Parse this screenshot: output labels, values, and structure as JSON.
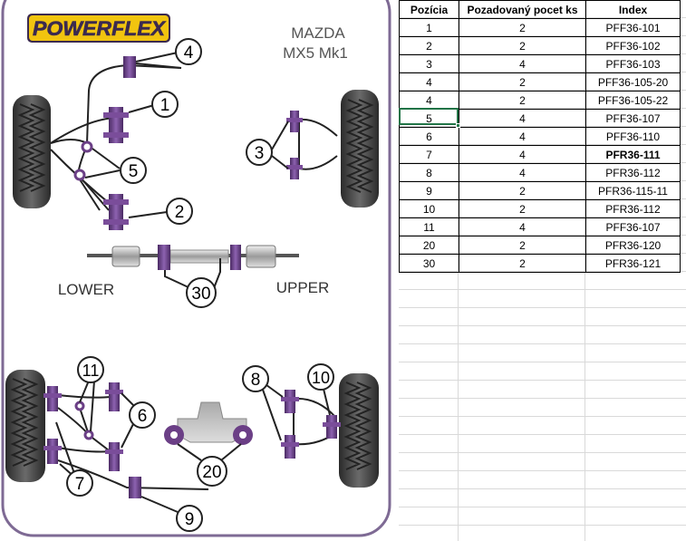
{
  "brand": "POWERFLEX",
  "vehicle": {
    "make": "MAZDA",
    "model": "MX5 Mk1"
  },
  "labels": {
    "lower": "LOWER",
    "upper": "UPPER"
  },
  "callouts": {
    "c1": "1",
    "c2": "2",
    "c3": "3",
    "c4": "4",
    "c5": "5",
    "c6": "6",
    "c7": "7",
    "c8": "8",
    "c9": "9",
    "c10": "10",
    "c11": "11",
    "c20": "20",
    "c30": "30"
  },
  "table": {
    "headers": [
      "Pozícia",
      "Pozadovaný pocet ks",
      "Index"
    ],
    "rows": [
      {
        "pos": "1",
        "qty": "2",
        "index": "PFF36-101"
      },
      {
        "pos": "2",
        "qty": "2",
        "index": "PFF36-102"
      },
      {
        "pos": "3",
        "qty": "4",
        "index": "PFF36-103"
      },
      {
        "pos": "4",
        "qty": "2",
        "index": "PFF36-105-20"
      },
      {
        "pos": "4",
        "qty": "2",
        "index": "PFF36-105-22"
      },
      {
        "pos": "5",
        "qty": "4",
        "index": "PFF36-107"
      },
      {
        "pos": "6",
        "qty": "4",
        "index": "PFF36-110"
      },
      {
        "pos": "7",
        "qty": "4",
        "index": "PFR36-111"
      },
      {
        "pos": "8",
        "qty": "4",
        "index": "PFR36-112"
      },
      {
        "pos": "9",
        "qty": "2",
        "index": "PFR36-115-11"
      },
      {
        "pos": "10",
        "qty": "2",
        "index": "PFR36-112"
      },
      {
        "pos": "11",
        "qty": "4",
        "index": "PFF36-107"
      },
      {
        "pos": "20",
        "qty": "2",
        "index": "PFR36-120"
      },
      {
        "pos": "30",
        "qty": "2",
        "index": "PFR36-121"
      }
    ]
  },
  "colors": {
    "bushing": "#6b3f86",
    "tyre": "#3a3a3a",
    "frame": "#7e6a94",
    "selection": "#217346"
  }
}
